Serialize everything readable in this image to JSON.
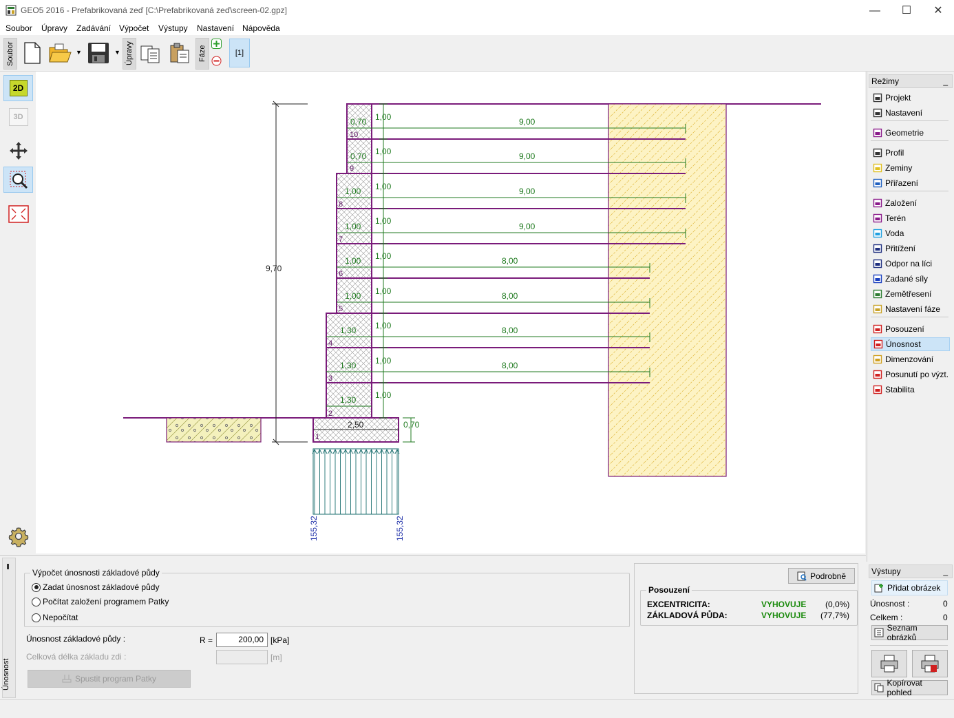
{
  "window": {
    "title": "GEO5 2016 - Prefabrikovaná zeď [C:\\Prefabrikovaná zeď\\screen-02.gpz]",
    "minimize": "—",
    "maximize": "☐",
    "close": "✕"
  },
  "menu": [
    "Soubor",
    "Úpravy",
    "Zadávání",
    "Výpočet",
    "Výstupy",
    "Nastavení",
    "Nápověda"
  ],
  "toolbar": {
    "group_file": "Soubor",
    "group_edit": "Úpravy",
    "group_phase": "Fáze",
    "phase_tab": "[1]",
    "icons": [
      "new-file-icon",
      "open-folder-icon",
      "save-icon",
      "copy-icon",
      "paste-icon",
      "add-phase-icon",
      "remove-phase-icon"
    ]
  },
  "left_tools": {
    "view_2d": "2D",
    "view_3d": "3D",
    "icons": [
      "move-icon",
      "zoom-icon",
      "fit-view-icon",
      "settings-gear-icon"
    ]
  },
  "drawing": {
    "total_height": "9,70",
    "base_width": "2,50",
    "base_thickness": "0,70",
    "left_stress": "155,32",
    "right_stress": "155,32",
    "segments": [
      {
        "id": "1"
      },
      {
        "id": "2",
        "width": "1,30",
        "height": "1,00"
      },
      {
        "id": "3",
        "width": "1,30",
        "height": "1,00",
        "reinforcement": "8,00"
      },
      {
        "id": "4",
        "width": "1,30",
        "height": "1,00",
        "reinforcement": "8,00"
      },
      {
        "id": "5",
        "width": "1,00",
        "height": "1,00",
        "reinforcement": "8,00"
      },
      {
        "id": "6",
        "width": "1,00",
        "height": "1,00",
        "reinforcement": "8,00"
      },
      {
        "id": "7",
        "width": "1,00",
        "height": "1,00",
        "reinforcement": "9,00"
      },
      {
        "id": "8",
        "width": "1,00",
        "height": "1,00",
        "reinforcement": "9,00"
      },
      {
        "id": "9",
        "width": "0,70",
        "height": "1,00",
        "reinforcement": "9,00"
      },
      {
        "id": "10",
        "width": "0,70",
        "height": "1,00",
        "reinforcement": "9,00"
      }
    ],
    "colors": {
      "wall": "#7a1b7a",
      "dim_green": "#1f7a1f",
      "soil_fill": "#fdf3c4",
      "stress": "#1a6e6e",
      "stress_label": "#2233aa"
    }
  },
  "right_panel": {
    "modes_title": "Režimy",
    "modes": [
      {
        "label": "Projekt",
        "icon": "project-icon"
      },
      {
        "label": "Nastavení",
        "icon": "settings-icon"
      },
      {
        "label": "Geometrie",
        "icon": "geometry-icon"
      },
      {
        "label": "Profil",
        "icon": "profile-icon"
      },
      {
        "label": "Zeminy",
        "icon": "soils-icon"
      },
      {
        "label": "Přiřazení",
        "icon": "assign-icon"
      },
      {
        "label": "Založení",
        "icon": "foundation-icon"
      },
      {
        "label": "Terén",
        "icon": "terrain-icon"
      },
      {
        "label": "Voda",
        "icon": "water-icon"
      },
      {
        "label": "Přitížení",
        "icon": "surcharge-icon"
      },
      {
        "label": "Odpor na líci",
        "icon": "front-resistance-icon"
      },
      {
        "label": "Zadané síly",
        "icon": "applied-forces-icon"
      },
      {
        "label": "Zemětřesení",
        "icon": "earthquake-icon"
      },
      {
        "label": "Nastavení fáze",
        "icon": "stage-settings-icon"
      },
      {
        "label": "Posouzení",
        "icon": "verification-icon"
      },
      {
        "label": "Únosnost",
        "icon": "bearing-capacity-icon"
      },
      {
        "label": "Dimenzování",
        "icon": "dimensioning-icon"
      },
      {
        "label": "Posunutí po výzt.",
        "icon": "slip-icon"
      },
      {
        "label": "Stabilita",
        "icon": "stability-icon"
      }
    ],
    "outputs_title": "Výstupy",
    "add_picture": "Přidat obrázek",
    "count_bearing_label": "Únosnost :",
    "count_bearing_value": "0",
    "count_total_label": "Celkem :",
    "count_total_value": "0",
    "list_pictures": "Seznam obrázků",
    "copy_view": "Kopírovat pohled"
  },
  "bottom": {
    "side_tab": "Únosnost",
    "group_title": "Výpočet únosnosti základové půdy",
    "options": [
      {
        "label": "Zadat únosnost základové půdy",
        "selected": true
      },
      {
        "label": "Počítat založení programem Patky",
        "selected": false
      },
      {
        "label": "Nepočítat",
        "selected": false
      }
    ],
    "bearing_label": "Únosnost základové půdy :",
    "bearing_symbol": "R =",
    "bearing_value": "200,00",
    "bearing_unit": "[kPa]",
    "length_label": "Celková délka základu zdi :",
    "length_unit": "[m]",
    "run_button": "Spustit program Patky",
    "details_button": "Podrobně",
    "check_title": "Posouzení",
    "checks": [
      {
        "label": "EXCENTRICITA:",
        "status": "VYHOVUJE",
        "value": "(0,0%)"
      },
      {
        "label": "ZÁKLADOVÁ PŮDA:",
        "status": "VYHOVUJE",
        "value": "(77,7%)"
      }
    ]
  }
}
